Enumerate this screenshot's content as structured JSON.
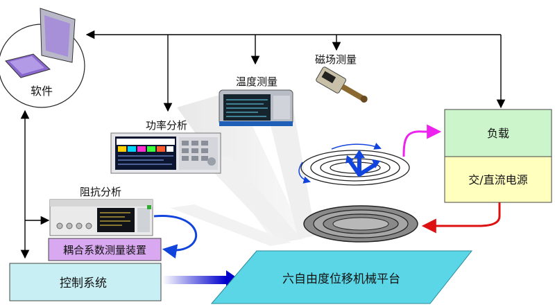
{
  "software_label": "软件",
  "instruments": {
    "power": "功率分析",
    "temperature": "温度测量",
    "magnetic": "磁场测量",
    "impedance": "阻抗分析"
  },
  "boxes": {
    "load": "负载",
    "power_supply": "交/直流电源",
    "coupling": "耦合系数测量装置",
    "control": "控制系统",
    "platform": "六自由度位移机械平台"
  },
  "colors": {
    "load_fill": "#ccf5cc",
    "supply_fill": "#ffffbe",
    "coupling_fill": "#d8a8f0",
    "control_fill": "#c8f0f4",
    "platform_fill": "#5ad6e6",
    "magenta_arrow": "#ee22ee",
    "red_arrow": "#dd1111",
    "blue_arrow": "#1144dd"
  }
}
